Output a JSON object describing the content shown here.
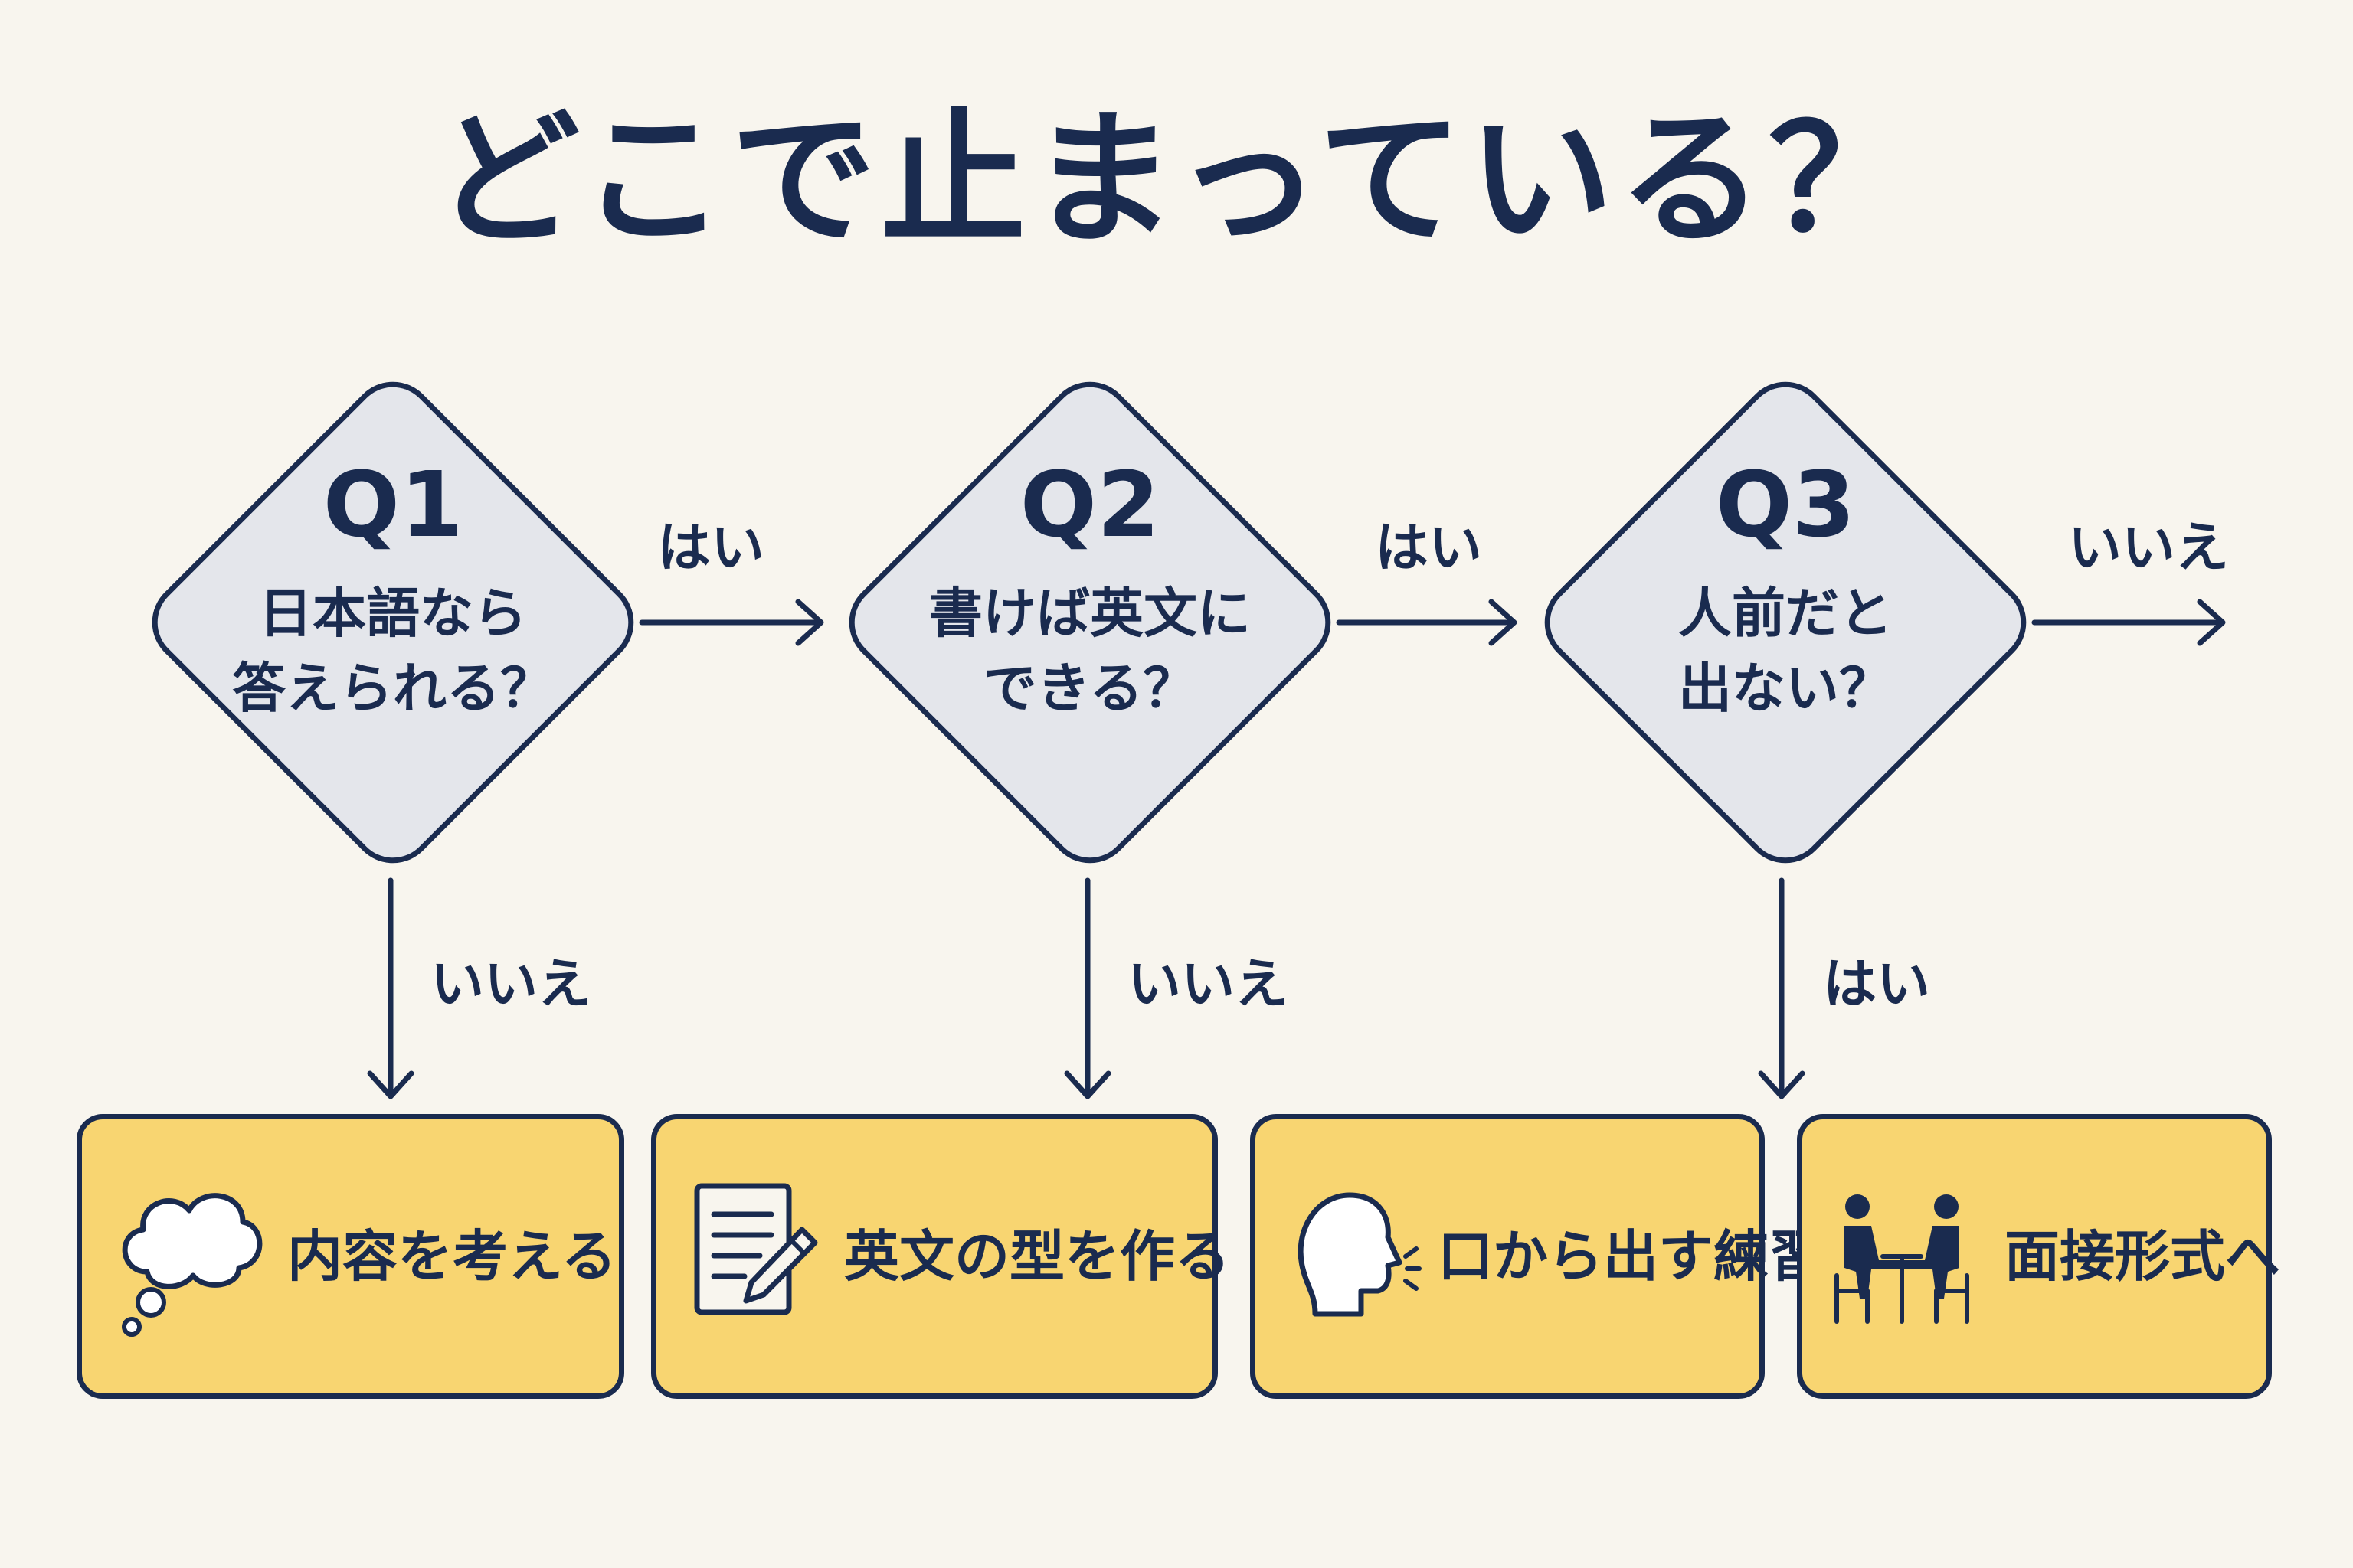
{
  "title": "どこで止まっている？",
  "questions": [
    {
      "num": "Q1",
      "text": "日本語なら\n答えられる？",
      "right_label": "はい",
      "down_label": "いいえ"
    },
    {
      "num": "Q2",
      "text": "書けば英文に\nできる？",
      "right_label": "はい",
      "down_label": "いいえ"
    },
    {
      "num": "Q3",
      "text": "人前だと\n出ない？",
      "right_label": "いいえ",
      "down_label": "はい"
    }
  ],
  "actions": [
    {
      "label": "内容を考える",
      "icon": "thought-bubble-icon"
    },
    {
      "label": "英文の型を作る",
      "icon": "document-pencil-icon"
    },
    {
      "label": "口から出す練習",
      "icon": "speaking-head-icon"
    },
    {
      "label": "面接形式へ",
      "icon": "interview-table-icon"
    }
  ],
  "colors": {
    "background": "#f8f5ee",
    "navy": "#1a2b4f",
    "diamond_fill": "#e4e6eb",
    "box_fill": "#f8d571"
  }
}
